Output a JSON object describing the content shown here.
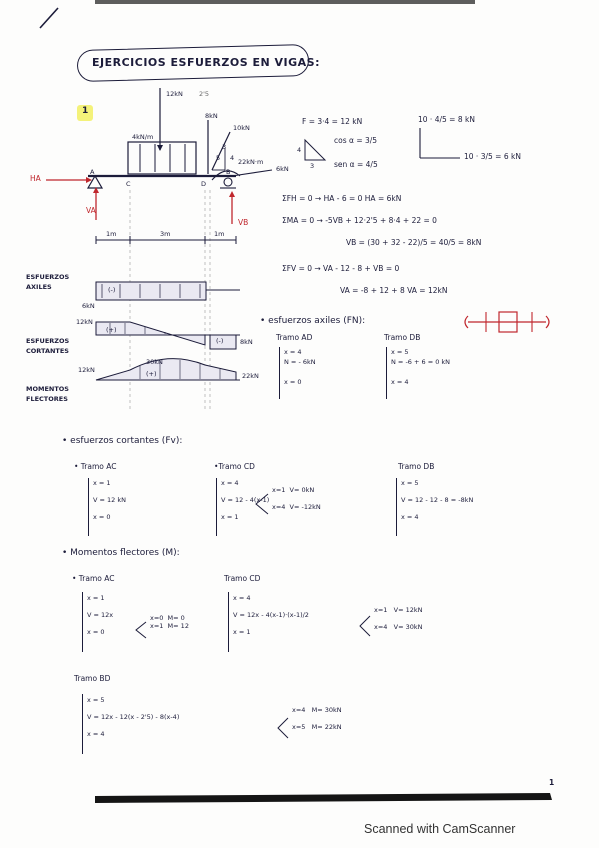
{
  "title": "EJERCICIOS ESFUERZOS EN VIGAS:",
  "exercise_number": "1",
  "beam": {
    "load_12kn": "12kN",
    "dim_2_5": "2'5",
    "dist_load": "4kN/m",
    "load_8kn": "8kN",
    "load_10kn": "10kN",
    "moment": "22kN·m",
    "horiz_6kn": "6kN",
    "label_a": "A",
    "label_c": "C",
    "label_d": "D",
    "label_b": "B",
    "ha": "HA",
    "va": "VA",
    "vb": "VB",
    "angle_4": "4",
    "angle_3": "3",
    "angle_5": "5",
    "span_1": "1m",
    "span_2": "3m",
    "span_3": "1m"
  },
  "calc_right": {
    "f_line": "F = 3·4 = 12 kN",
    "cos_line": "cos α = 3/5",
    "sen_line": "sen α = 4/5",
    "tri_4": "4",
    "tri_3": "3",
    "comp_8": "10 · 4/5 = 8 kN",
    "comp_6": "10 · 3/5 = 6 kN"
  },
  "equilibrium": {
    "eq1": "ΣFH = 0 → HA - 6 = 0   HA = 6kN",
    "eq2": "ΣMA = 0 → -5VB + 12·2'5 + 8·4 + 22 = 0",
    "eq3": "VB = (30 + 32 - 22)/5 = 40/5 = 8kN",
    "eq4": "ΣFV = 0 → VA - 12 - 8 + VB = 0",
    "eq5": "VA = -8 + 12 + 8     VA = 12kN"
  },
  "diagrams": {
    "axial_label": "ESFUERZOS\nAXILES",
    "shear_label": "ESFUERZOS\nCORTANTES",
    "moment_label": "MOMENTOS\nFLECTORES",
    "axial_val": "6kN",
    "shear_12": "12kN",
    "shear_8": "8kN",
    "moment_30": "30kN",
    "moment_12": "12kN",
    "moment_22": "22kN",
    "minus": "(-)",
    "plus": "(+)"
  },
  "axiles": {
    "heading": "• esfuerzos axiles (FN):",
    "tramo_ad": "Tramo AD",
    "tramo_db": "Tramo DB",
    "ad_lines": "x = 4\nN = - 6kN\n\nx = 0",
    "db_lines": "x = 5\nN = -6 + 6 = 0 kN\n\nx = 4"
  },
  "cortantes": {
    "heading": "• esfuerzos cortantes (Fv):",
    "tramo_ac": "• Tramo AC",
    "tramo_cd": "•Tramo CD",
    "tramo_db": "Tramo DB",
    "ac_lines": "x = 1\n\nV = 12 kN\n\nx = 0",
    "cd_lines": "x = 4\n\nV = 12 - 4(x-1)\n\nx = 1",
    "cd_branch": "x=1  V= 0kN\n\nx=4  V= -12kN",
    "db_lines": "x = 5\n\nV = 12 - 12 - 8 = -8kN\n\nx = 4"
  },
  "momentos": {
    "heading": "• Momentos flectores (M):",
    "tramo_ac": "• Tramo AC",
    "tramo_cd": "Tramo CD",
    "tramo_bd": "Tramo BD",
    "ac_lines": "x = 1\n\nV = 12x\n\nx = 0",
    "ac_branch": "x=0  M= 0\nx=1  M= 12",
    "cd_lines": "x = 4\n\nV = 12x - 4(x-1)·(x-1)/2\n\nx = 1",
    "cd_branch": "x=1   V= 12kN\n\nx=4   V= 30kN",
    "bd_lines": "x = 5\n\nV = 12x - 12(x - 2'5) - 8(x-4)\n\nx = 4",
    "bd_branch": "x=4   M= 30kN\n\nx=5   M= 22kN"
  },
  "page_number": "1",
  "scanner_mark": "Scanned with CamScanner"
}
